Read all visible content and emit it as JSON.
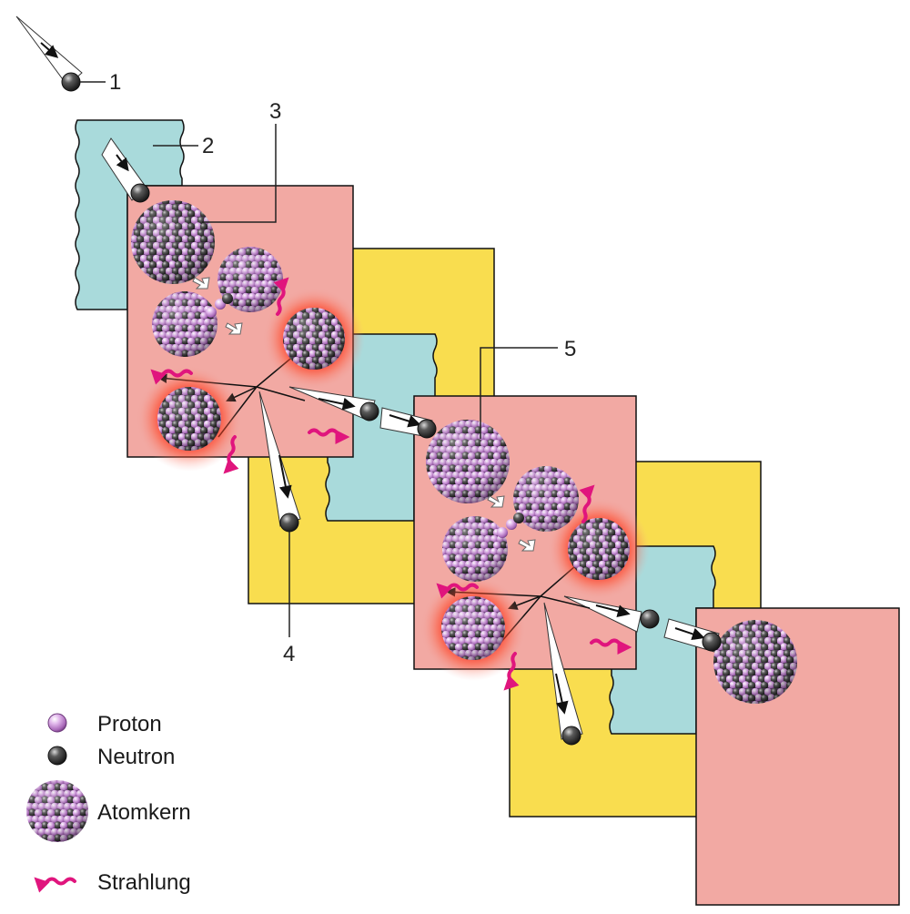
{
  "callouts": {
    "c1": "1",
    "c2": "2",
    "c3": "3",
    "c4": "4",
    "c5": "5"
  },
  "legend": {
    "proton": "Proton",
    "neutron": "Neutron",
    "nucleus": "Atomkern",
    "radiation": "Strahlung"
  },
  "colors": {
    "pink_panel": "#f2a9a3",
    "yellow_panel": "#f9dd4f",
    "blue_panel": "#a9dadb",
    "proton": "#c88ed6",
    "neutron": "#2d2d2d",
    "radiation": "#e0157d",
    "glow": "#ff2010"
  },
  "icons": [
    "neutron-icon",
    "proton-icon",
    "nucleus-icon",
    "radiation-icon",
    "arrow-icon"
  ]
}
